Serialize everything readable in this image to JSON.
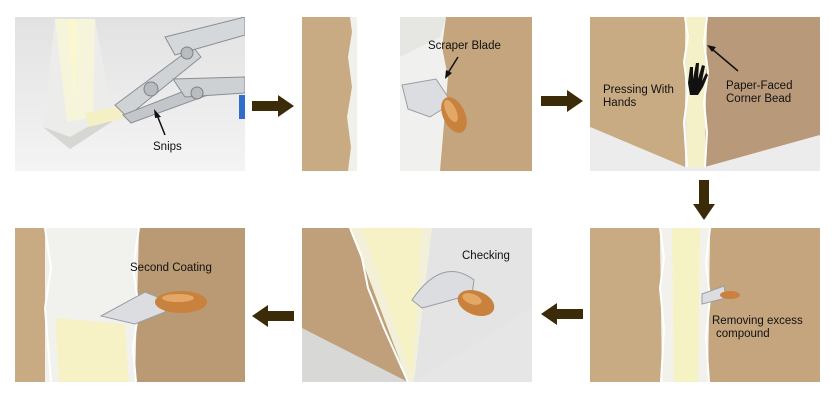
{
  "diagram": {
    "labels": {
      "snips": "Snips",
      "scraper_blade": "Scraper Blade",
      "pressing_line1": "Pressing With",
      "pressing_line2": "Hands",
      "bead_line1": "Paper-Faced",
      "bead_line2": "Corner Bead",
      "removing_line1": "Removing excess",
      "removing_line2": "compound",
      "checking": "Checking",
      "second_coating": "Second Coating"
    },
    "colors": {
      "wall_tan": "#c9ab83",
      "wall_tan_dark": "#b39670",
      "paper_white": "#f1f1ee",
      "bead_yellow": "#f4f0c8",
      "arrow_brown": "#3b2b08",
      "handle_wood": "#c9813e",
      "background_grey": "#e4e4e4"
    },
    "arrows": [
      "right",
      "right",
      "down",
      "left",
      "left"
    ]
  }
}
